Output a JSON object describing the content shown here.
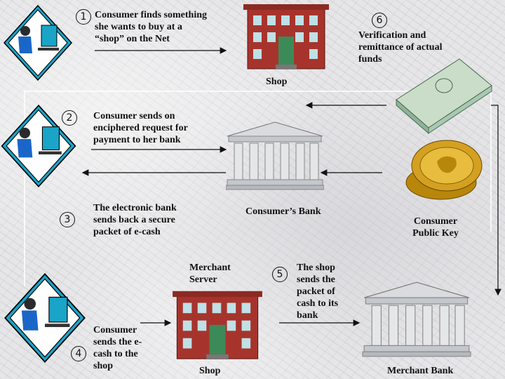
{
  "steps": [
    {
      "number": "1",
      "text": "Consumer finds something she wants to buy at a “shop” on the Net"
    },
    {
      "number": "2",
      "text": "Consumer sends on enciphered request for payment to her bank"
    },
    {
      "number": "3",
      "text": "The electronic bank sends back a secure packet of e-cash"
    },
    {
      "number": "4",
      "text": "Consumer sends the e-cash to the shop"
    },
    {
      "number": "5",
      "text": "The shop sends the packet of cash to its bank"
    },
    {
      "number": "6",
      "text": "Verification and remittance of actual funds"
    }
  ],
  "labels": {
    "shop_top": "Shop",
    "consumers_bank": "Consumer’s Bank",
    "consumer_public_key": "Consumer Public Key",
    "merchant_server": "Merchant Server",
    "shop_bottom": "Shop",
    "merchant_bank": "Merchant Bank"
  },
  "colors": {
    "building": "#a7342c",
    "bank": "#cfd2d6",
    "money": "#a9c8b2",
    "coin": "#d4a020",
    "person_tile": "#1aa4c8"
  }
}
